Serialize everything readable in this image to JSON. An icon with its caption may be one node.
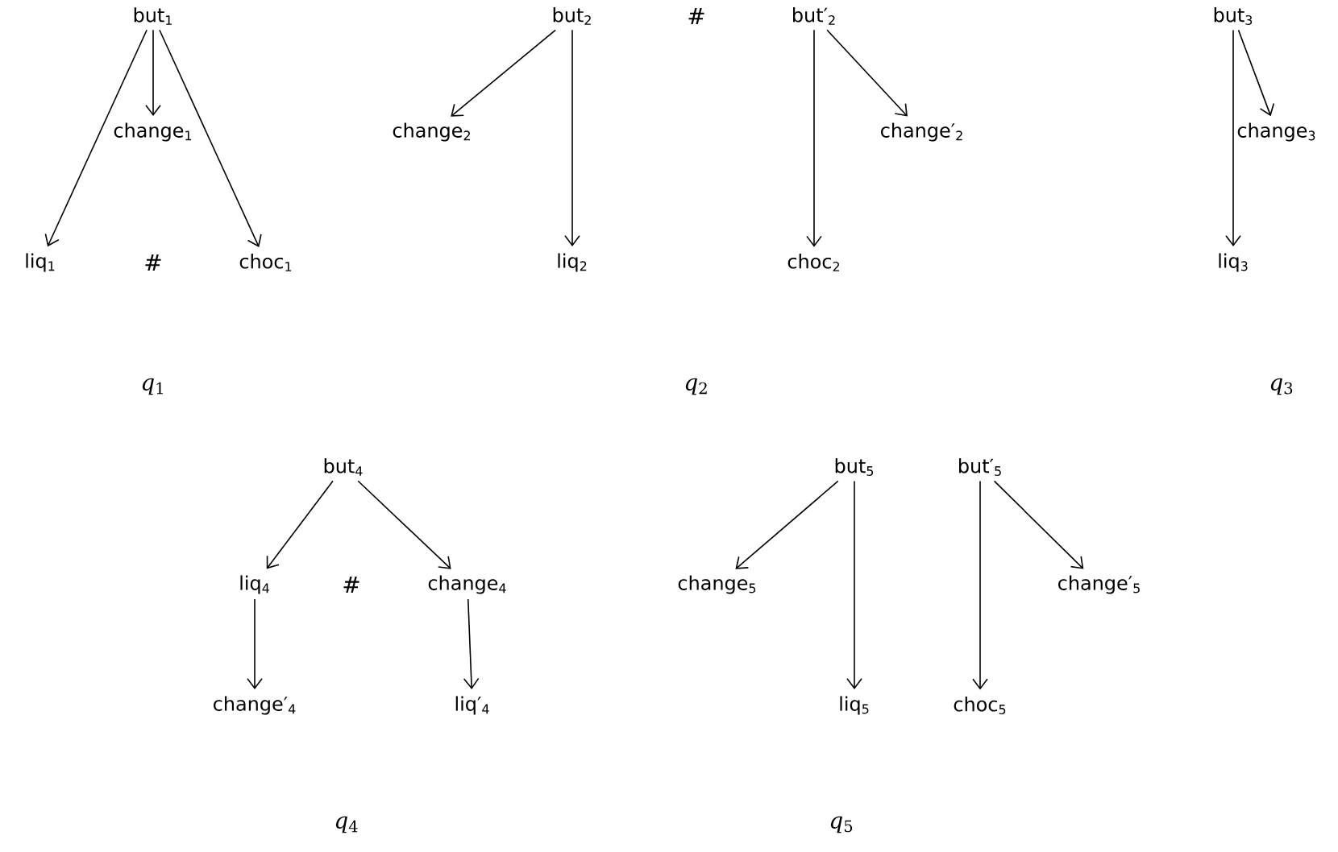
{
  "diagram": {
    "nodes": [
      {
        "text": [
          "but$_{1}$"
        ]
      },
      {
        "text": [
          "change$_{1}$"
        ]
      },
      {
        "text": [
          "liq$_{1}$"
        ]
      },
      {
        "text": [
          "choc$_{1}$"
        ]
      },
      {
        "text": [
          "but$_{2}$"
        ]
      },
      {
        "text": [
          "change$_{2}$"
        ]
      },
      {
        "text": [
          "liq$_{2}$"
        ]
      },
      {
        "text": [
          "but′$_{2}$"
        ]
      },
      {
        "text": [
          "choc$_{2}$"
        ]
      },
      {
        "text": [
          "change′$_{2}$"
        ]
      },
      {
        "text": [
          "but$_{3}$"
        ]
      },
      {
        "text": [
          "change$_{3}$"
        ]
      },
      {
        "text": [
          "liq$_{3}$"
        ]
      },
      {
        "text": [
          "but$_{4}$"
        ]
      },
      {
        "text": [
          "liq$_{4}$"
        ]
      },
      {
        "text": [
          "change$_{4}$"
        ]
      },
      {
        "text": [
          "change′$_{4}$"
        ]
      },
      {
        "text": [
          "liq′$_{4}$"
        ]
      },
      {
        "text": [
          "but$_{5}$"
        ]
      },
      {
        "text": [
          "change$_{5}$"
        ]
      },
      {
        "text": [
          "liq$_{5}$"
        ]
      },
      {
        "text": [
          "but′$_{5}$"
        ]
      },
      {
        "text": [
          "choc$_{5}$"
        ]
      },
      {
        "text": [
          "change′$_{5}$"
        ]
      }
    ],
    "edges": [
      {
        "from": 0,
        "to": 1,
        "arrow": "to"
      },
      {
        "from": 0,
        "to": 2,
        "arrow": "to"
      },
      {
        "from": 0,
        "to": 3,
        "arrow": "to"
      },
      {
        "from": 4,
        "to": 5,
        "arrow": "to"
      },
      {
        "from": 4,
        "to": 6,
        "arrow": "to"
      },
      {
        "from": 7,
        "to": 8,
        "arrow": "to"
      },
      {
        "from": 7,
        "to": 9,
        "arrow": "to"
      },
      {
        "from": 10,
        "to": 12,
        "arrow": "to"
      },
      {
        "from": 10,
        "to": 11,
        "arrow": "to"
      },
      {
        "from": 13,
        "to": 14,
        "arrow": "to"
      },
      {
        "from": 13,
        "to": 15,
        "arrow": "to"
      },
      {
        "from": 14,
        "to": 16,
        "arrow": "to"
      },
      {
        "from": 15,
        "to": 17,
        "arrow": "to"
      },
      {
        "from": 18,
        "to": 19,
        "arrow": "to"
      },
      {
        "from": 18,
        "to": 20,
        "arrow": "to"
      },
      {
        "from": 21,
        "to": 22,
        "arrow": "to"
      },
      {
        "from": 21,
        "to": 23,
        "arrow": "to"
      }
    ],
    "labels": [
      "#",
      "#",
      "*q*$_{1}$",
      "*q*$_{2}$",
      "*q*$_{3}$",
      "#",
      "*q*$_{4}$",
      "*q*$_{5}$"
    ]
  }
}
